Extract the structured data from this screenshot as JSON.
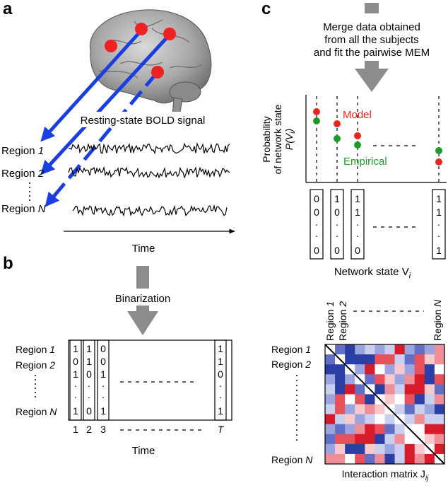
{
  "panel_a": {
    "label": "a",
    "signal_caption": "Resting-state BOLD signal",
    "regions": [
      {
        "word": "Region",
        "id": "1"
      },
      {
        "word": "Region",
        "id": "2"
      },
      {
        "word": "Region",
        "id": "N"
      }
    ],
    "time_label": "Time",
    "colors": {
      "nodes": "#ee2222",
      "arrows": "#1a3fe0"
    }
  },
  "panel_b": {
    "label": "b",
    "step_label": "Binarization",
    "regions": [
      {
        "word": "Region",
        "id": "1"
      },
      {
        "word": "Region",
        "id": "2"
      },
      {
        "word": "Region",
        "id": "N"
      }
    ],
    "columns": [
      {
        "index": "1",
        "bits": [
          "1",
          "0",
          "1",
          "·",
          "·",
          "1"
        ]
      },
      {
        "index": "2",
        "bits": [
          "1",
          "1",
          "0",
          "·",
          "·",
          "0"
        ]
      },
      {
        "index": "3",
        "bits": [
          "0",
          "0",
          "1",
          "·",
          "·",
          "1"
        ]
      },
      {
        "index": "T",
        "bits": [
          "1",
          "1",
          "0",
          "·",
          "·",
          "1"
        ]
      }
    ],
    "time_label": "Time"
  },
  "panel_c": {
    "label": "c",
    "step_lines": [
      "Merge data obtained",
      "from all the subjects",
      "and fit the pairwise MEM"
    ],
    "prob_axis_lines": [
      "Probability",
      "of network state"
    ],
    "prob_symbol": "P(V",
    "prob_sub": "i",
    "model_label": "Model",
    "empirical_label": "Empirical",
    "colors": {
      "model": "#e8261f",
      "empirical": "#1e9a2a"
    },
    "state_columns": [
      [
        "0",
        "0",
        "·",
        "·",
        "0"
      ],
      [
        "1",
        "0",
        "·",
        "·",
        "0"
      ],
      [
        "1",
        "1",
        "·",
        "·",
        "0"
      ],
      [
        "1",
        "1",
        "·",
        "·",
        "1"
      ]
    ],
    "state_axis_label": "Network state V",
    "state_axis_sub": "i",
    "matrix_top_labels": [
      {
        "word": "Region",
        "id": "1"
      },
      {
        "word": "Region",
        "id": "2"
      },
      {
        "word": "Region",
        "id": "N"
      }
    ],
    "matrix_side_labels": [
      {
        "word": "Region",
        "id": "1"
      },
      {
        "word": "Region",
        "id": "2"
      },
      {
        "word": "Region",
        "id": "N"
      }
    ],
    "matrix_title": "Interaction matrix J",
    "matrix_title_sub": "ij"
  }
}
